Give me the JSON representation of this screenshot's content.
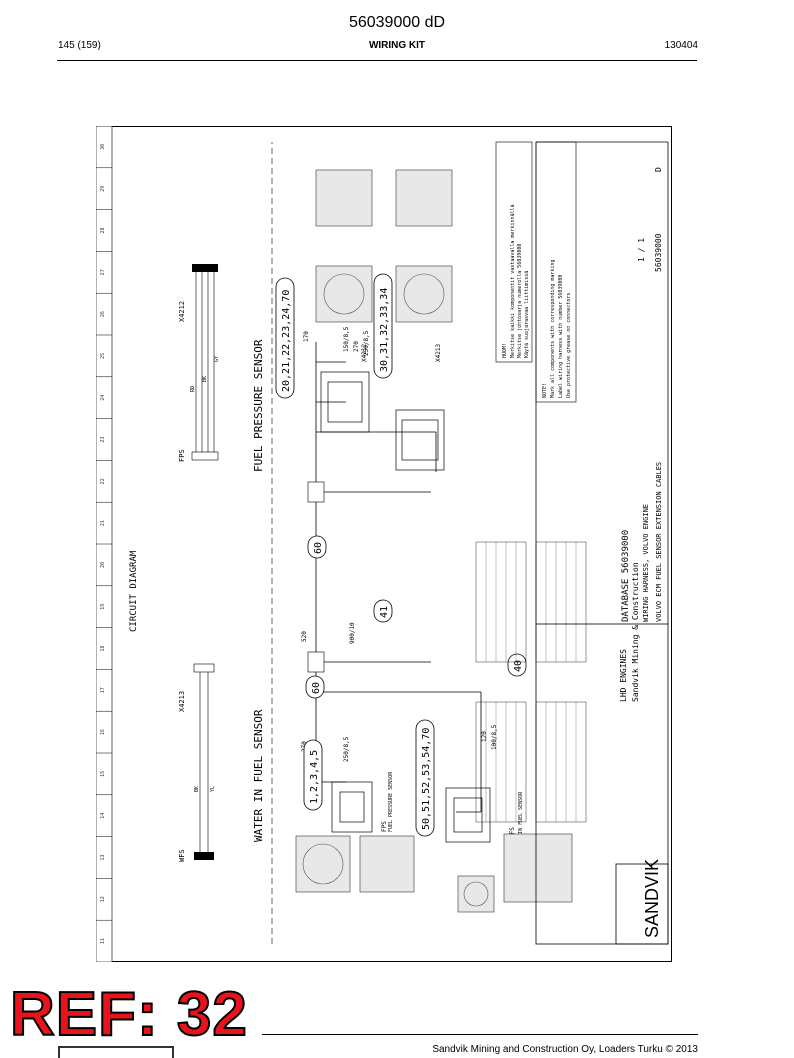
{
  "header": {
    "doc_title": "56039000 dD",
    "page": "145 (159)",
    "section": "WIRING KIT",
    "date": "130404"
  },
  "drawing": {
    "ruler_numbers": [
      "30",
      "29",
      "28",
      "27",
      "26",
      "25",
      "24",
      "23",
      "22",
      "21",
      "20",
      "19",
      "18",
      "17",
      "16",
      "15",
      "14",
      "13",
      "12",
      "11"
    ],
    "circuit_diagram_label": "CIRCUIT DIAGRAM",
    "fuel_pressure_sensor_title": "FUEL PRESSURE SENSOR",
    "water_in_fuel_sensor_title": "WATER IN FUEL SENSOR",
    "fps_label": "FPS",
    "wfs_label": "WFS",
    "x4212_label": "X4212",
    "x4213_label": "X4213",
    "bubble_fps_a": "20,21,22,23,24,70",
    "bubble_fps_b": "30,31,32,33,34",
    "bubble_wfs_a": "1,2,3,4,5",
    "bubble_wfs_b": "50,51,52,53,54,70",
    "bubble_60a": "60",
    "bubble_60b": "60",
    "bubble_41": "41",
    "bubble_40": "40",
    "len_170": "170",
    "len_150": "150/8,5",
    "len_270a": "270",
    "len_250a": "250/8,5",
    "len_520": "520",
    "len_900": "900/10",
    "len_270b": "270",
    "len_250b": "250/8,5",
    "len_120": "120",
    "len_100": "100/8,5",
    "wire_rd": "RD",
    "wire_bk": "BK",
    "wire_yl": "YL",
    "wire_gy": "GY",
    "fps_fuel_pressure_sensor": "FUEL PRESSURE SENSOR",
    "wfs_water_in_fuel_sensor": "WATER IN FUEL SENSOR",
    "brand": "SANDVIK",
    "lhd_engines": "LHD ENGINES",
    "sandvik_mining": "Sandvik Mining & Construction",
    "database": "DATABASE 56039000",
    "wiring_harness": "WIRING HARNESS, VOLVO ENGINE",
    "volvo_ecm": "VOLVO ECM FUEL SENSOR EXTENSION CABLES",
    "doc_no": "56039000",
    "rev": "D",
    "sheet": "1 / 1",
    "note_title": "NOTE!",
    "note_lines": [
      "Mark all components with corresponding marking",
      "Label wiring harness with number 56039000",
      "Use protective grease on connectors"
    ],
    "huom_title": "HUOM!",
    "huom_lines": [
      "Merkitse kaikki komponentit vastaavalla merkinnällä",
      "Merkitse johtosarja numerolla 56039000",
      "Käytä suojarasvaa liittimissä"
    ]
  },
  "footer": {
    "ref_stamp": "REF: 32",
    "copyright": "Sandvik Mining and Construction Oy, Loaders Turku © 2013"
  }
}
